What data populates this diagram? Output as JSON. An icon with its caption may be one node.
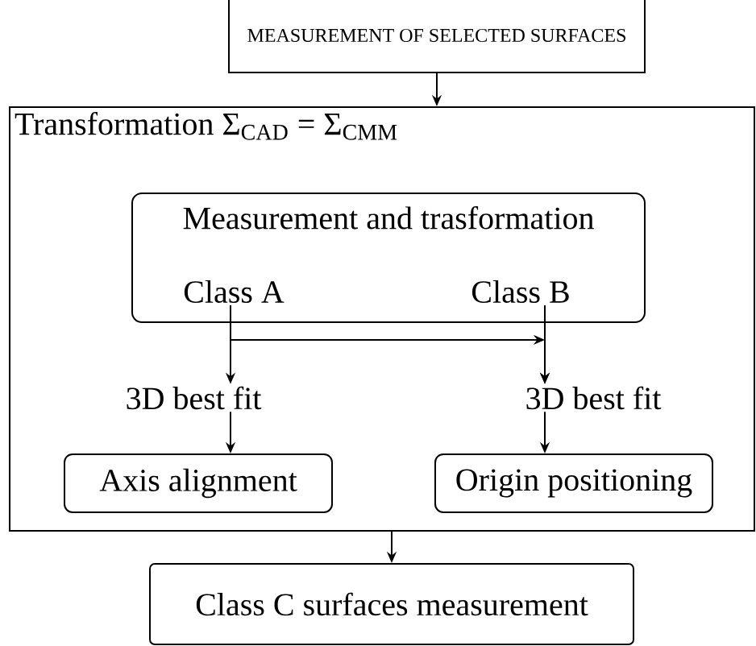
{
  "diagram": {
    "nodes": [
      {
        "text": [
          "MEASUREMENT OF SELECTED SURFACES"
        ]
      },
      {
        "text": [
          "Transformation Σ$_{CAD}$ = Σ$_{CMM}$"
        ]
      },
      {
        "text": [
          "Measurement and trasformation"
        ],
        "in": 1
      },
      {
        "text": [
          "Class A"
        ],
        "in": 2
      },
      {
        "text": [
          "Class B"
        ],
        "in": 2
      },
      {
        "text": [
          "3D best fit"
        ],
        "in": 1
      },
      {
        "text": [
          "3D best fit"
        ],
        "in": 1
      },
      {
        "text": [
          "Axis alignment"
        ],
        "in": 1
      },
      {
        "text": [
          "Origin positioning"
        ],
        "in": 1
      },
      {
        "text": [
          "Class C surfaces measurement"
        ]
      }
    ],
    "edges": [
      {
        "from": 0,
        "to": 1,
        "arrow": "to"
      },
      {
        "from": 3,
        "to": 5,
        "arrow": "to"
      },
      {
        "from": 3,
        "to": 6,
        "arrow": "to"
      },
      {
        "from": 4,
        "to": 6,
        "arrow": "to"
      },
      {
        "from": 5,
        "to": 7,
        "arrow": "to"
      },
      {
        "from": 6,
        "to": 8,
        "arrow": "to"
      },
      {
        "from": 1,
        "to": 9,
        "arrow": "to"
      }
    ]
  }
}
